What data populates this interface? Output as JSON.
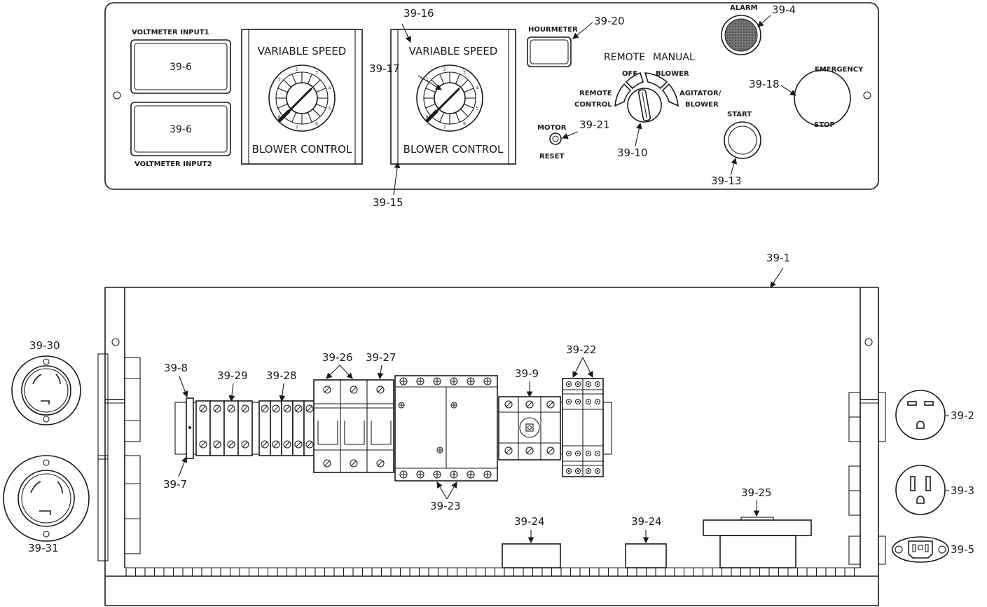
{
  "front_panel": {
    "voltmeter_input1": "VOLTMETER INPUT1",
    "voltmeter_input2": "VOLTMETER INPUT2",
    "meter_ref": "39-6",
    "variable_speed": "VARIABLE SPEED",
    "blower_control": "BLOWER CONTROL",
    "hourmeter": "HOURMETER",
    "remote": "REMOTE",
    "manual": "MANUAL",
    "off": "OFF",
    "blower": "BLOWER",
    "remote_control_1": "REMOTE",
    "remote_control_2": "CONTROL",
    "agitator_1": "AGITATOR/",
    "agitator_2": "BLOWER",
    "motor": "MOTOR",
    "reset": "RESET",
    "alarm": "ALARM",
    "emergency": "EMERGENCY",
    "stop": "STOP",
    "start": "START",
    "dial_numbers": [
      "1",
      "2",
      "3",
      "4",
      "5",
      "6",
      "7",
      "8"
    ]
  },
  "callouts": {
    "c39_1": "39-1",
    "c39_2": "39-2",
    "c39_3": "39-3",
    "c39_4": "39-4",
    "c39_5": "39-5",
    "c39_7": "39-7",
    "c39_8": "39-8",
    "c39_9": "39-9",
    "c39_10": "39-10",
    "c39_13": "39-13",
    "c39_15": "39-15",
    "c39_16": "39-16",
    "c39_17": "39-17",
    "c39_18": "39-18",
    "c39_20": "39-20",
    "c39_21": "39-21",
    "c39_22": "39-22",
    "c39_23": "39-23",
    "c39_24a": "39-24",
    "c39_24b": "39-24",
    "c39_25": "39-25",
    "c39_26": "39-26",
    "c39_27": "39-27",
    "c39_28": "39-28",
    "c39_29": "39-29",
    "c39_30": "39-30",
    "c39_31": "39-31"
  }
}
